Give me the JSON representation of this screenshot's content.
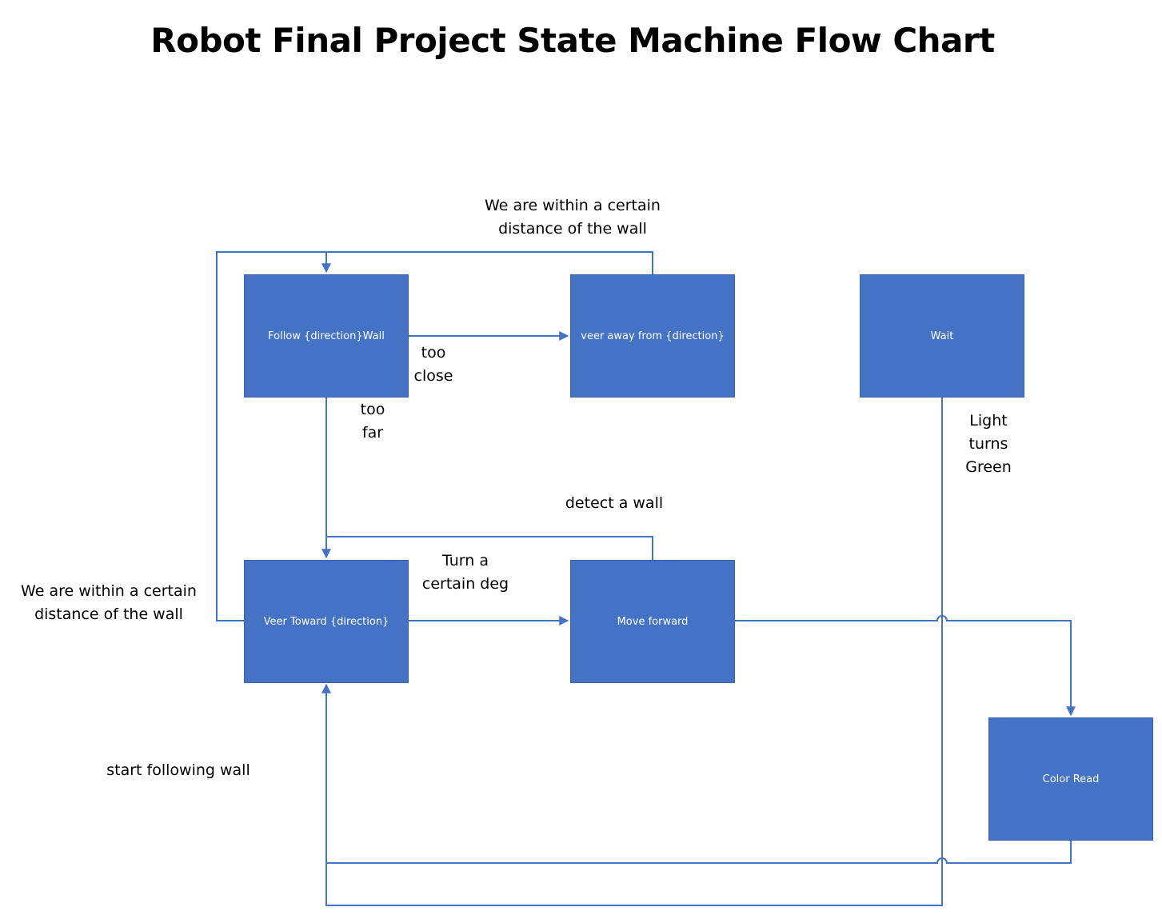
{
  "title": "Robot Final Project State Machine Flow Chart",
  "colors": {
    "state_fill": "#4472c4",
    "connector": "#4472c4",
    "state_text": "#ffffff"
  },
  "states": {
    "follow_wall": "Follow {direction}Wall",
    "veer_away": "veer away from {direction}",
    "wait": "Wait",
    "veer_toward": "Veer Toward {direction}",
    "move_forward": "Move forward",
    "color_read": "Color Read"
  },
  "transitions": {
    "within_distance_top": "We are within a certain\ndistance of the wall",
    "too_close": "too\nclose",
    "too_far": "too\nfar",
    "light_green": "Light\nturns\nGreen",
    "detect_wall": "detect a wall",
    "turn_deg": "Turn a\ncertain deg",
    "within_distance_left": "We are within a certain\ndistance of the wall",
    "start_following": "start following wall"
  }
}
